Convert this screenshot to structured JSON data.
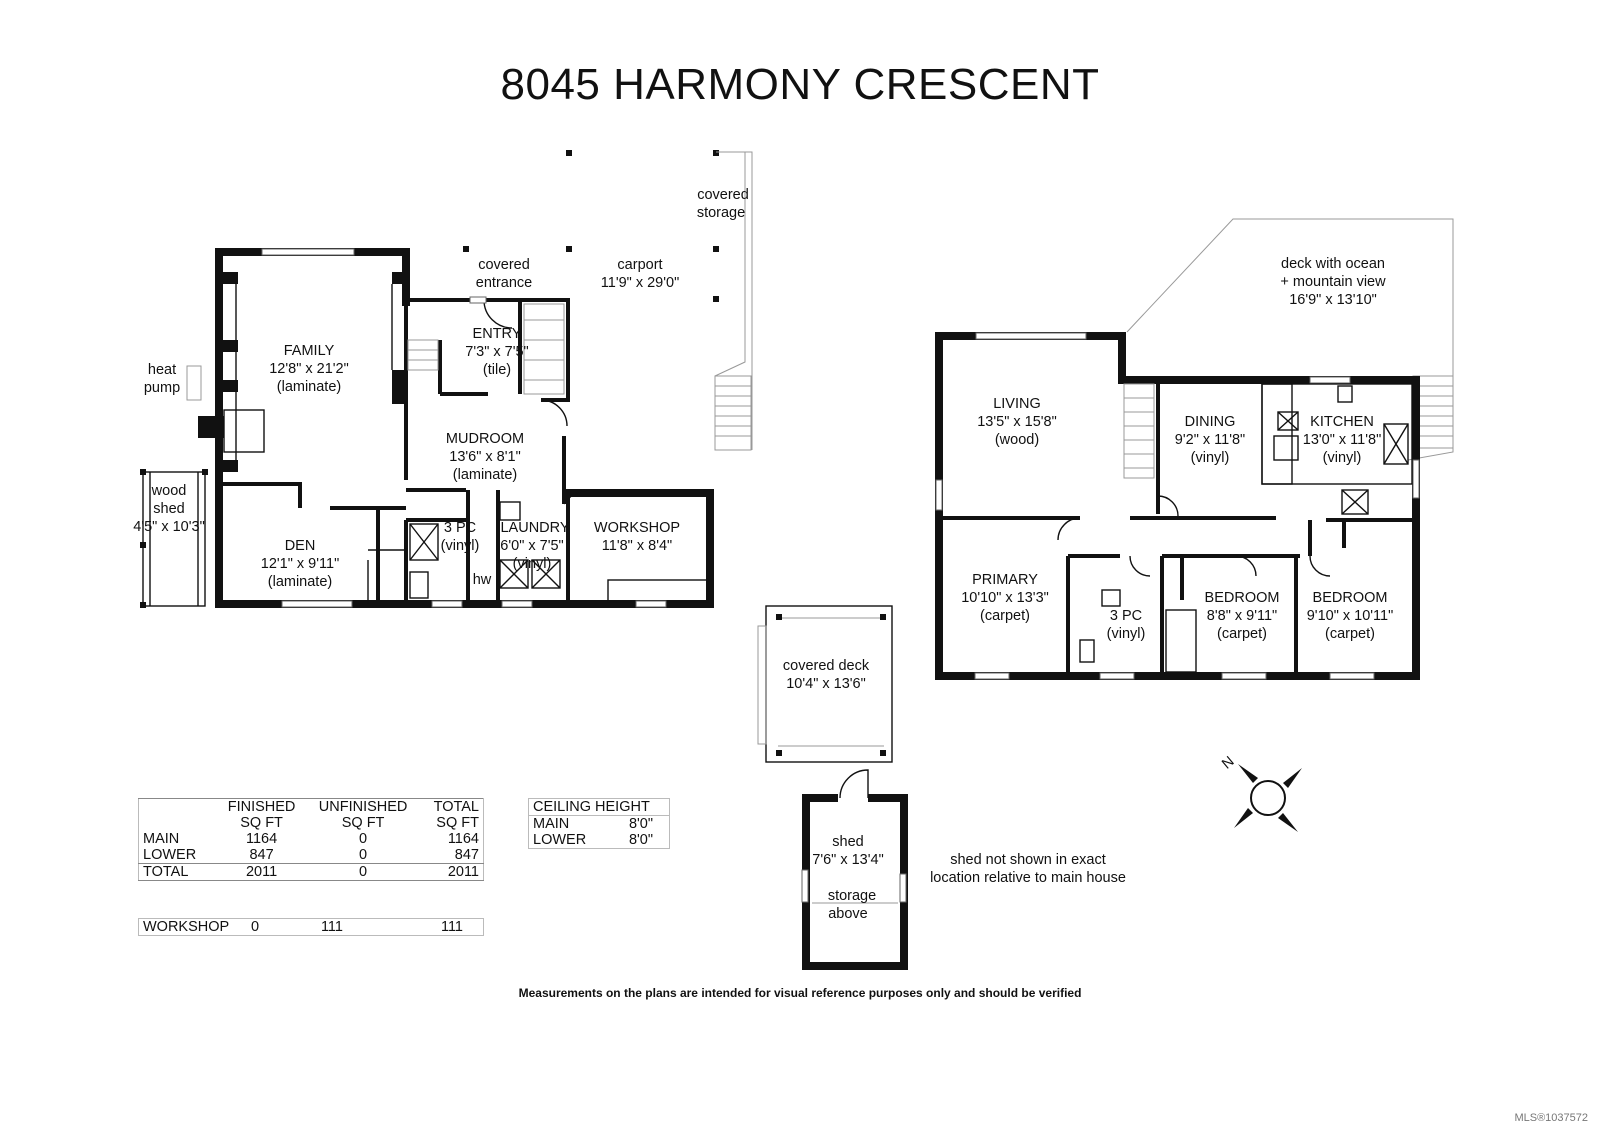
{
  "title": "8045 HARMONY CRESCENT",
  "lower_floor": {
    "rooms": [
      {
        "name": "FAMILY",
        "dims": "12'8\" x 21'2\"",
        "floor": "(laminate)"
      },
      {
        "name": "ENTRY",
        "dims": "7'3\" x 7'5\"",
        "floor": "(tile)"
      },
      {
        "name": "MUDROOM",
        "dims": "13'6\" x 8'1\"",
        "floor": "(laminate)"
      },
      {
        "name": "DEN",
        "dims": "12'1\" x 9'11\"",
        "floor": "(laminate)"
      },
      {
        "name": "3 PC",
        "dims": "",
        "floor": "(vinyl)"
      },
      {
        "name": "LAUNDRY",
        "dims": "6'0\" x 7'5\"",
        "floor": "(vinyl)"
      },
      {
        "name": "WORKSHOP",
        "dims": "11'8\" x 8'4\"",
        "floor": ""
      }
    ],
    "labels": {
      "covered_entrance_1": "covered",
      "covered_entrance_2": "entrance",
      "carport_1": "carport",
      "carport_2": "11'9\" x 29'0\"",
      "covered_storage_1": "covered",
      "covered_storage_2": "storage",
      "heat_pump_1": "heat",
      "heat_pump_2": "pump",
      "wood_shed_1": "wood",
      "wood_shed_2": "shed",
      "wood_shed_3": "4'5\" x 10'3\"",
      "hw": "hw"
    }
  },
  "main_floor": {
    "rooms": [
      {
        "name": "LIVING",
        "dims": "13'5\" x 15'8\"",
        "floor": "(wood)"
      },
      {
        "name": "DINING",
        "dims": "9'2\" x 11'8\"",
        "floor": "(vinyl)"
      },
      {
        "name": "KITCHEN",
        "dims": "13'0\" x 11'8\"",
        "floor": "(vinyl)"
      },
      {
        "name": "PRIMARY",
        "dims": "10'10\" x 13'3\"",
        "floor": "(carpet)"
      },
      {
        "name": "3 PC",
        "dims": "",
        "floor": "(vinyl)"
      },
      {
        "name": "BEDROOM",
        "dims": "8'8\" x 9'11\"",
        "floor": "(carpet)"
      },
      {
        "name": "BEDROOM",
        "dims": "9'10\" x 10'11\"",
        "floor": "(carpet)"
      }
    ],
    "labels": {
      "deck_1": "deck with ocean",
      "deck_2": "+ mountain view",
      "deck_3": "16'9\" x 13'10\""
    }
  },
  "covered_deck": {
    "label": "covered deck",
    "dims": "10'4\" x 13'6\""
  },
  "shed": {
    "label": "shed",
    "dims": "7'6\" x 13'4\"",
    "storage_1": "storage",
    "storage_2": "above"
  },
  "shed_note_1": "shed not shown in exact",
  "shed_note_2": "location relative to main house",
  "area_table": {
    "headers_1": [
      "",
      "FINISHED",
      "UNFINISHED",
      "TOTAL"
    ],
    "headers_2": [
      "",
      "SQ FT",
      "SQ FT",
      "SQ FT"
    ],
    "rows": [
      [
        "MAIN",
        "1164",
        "0",
        "1164"
      ],
      [
        "LOWER",
        "847",
        "0",
        "847"
      ],
      [
        "TOTAL",
        "2011",
        "0",
        "2011"
      ]
    ],
    "workshop_row": [
      "WORKSHOP",
      "0",
      "111",
      "111"
    ]
  },
  "ceiling_table": {
    "header": "CEILING HEIGHT",
    "rows": [
      [
        "MAIN",
        "8'0\""
      ],
      [
        "LOWER",
        "8'0\""
      ]
    ]
  },
  "compass": {
    "label": "N"
  },
  "disclaimer": "Measurements on the plans are intended for visual reference purposes only and should be verified",
  "mls": "MLS®1037572"
}
